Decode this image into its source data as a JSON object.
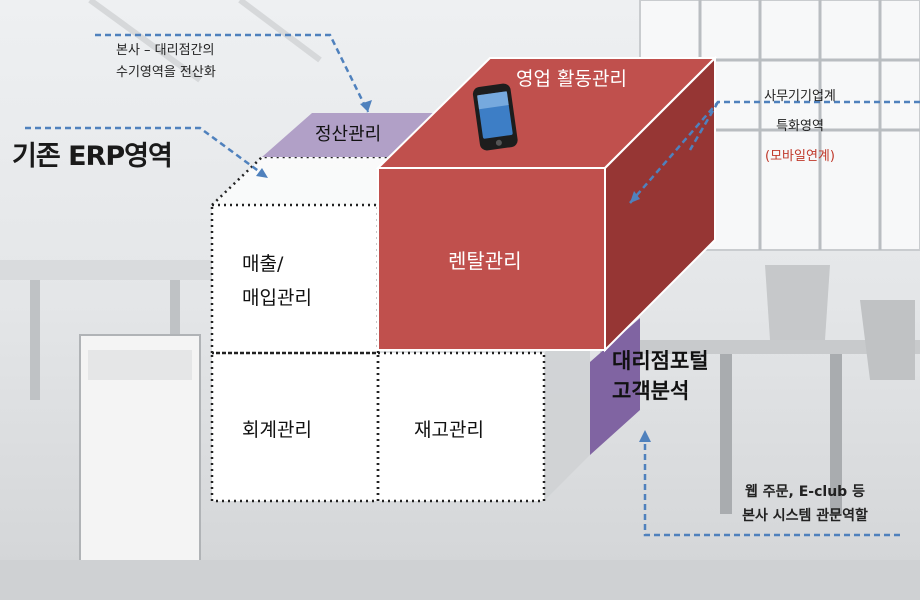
{
  "labels": {
    "existing_erp": "기존 ERP영역",
    "hq_note_line1": "본사 – 대리점간의",
    "hq_note_line2": "수기영역을 전산화",
    "settlement": "정산관리",
    "sales_activity": "영업 활동관리",
    "rental": "렌탈관리",
    "sales_purchase_line1": "매출/",
    "sales_purchase_line2": "매입관리",
    "accounting": "회계관리",
    "inventory": "재고관리",
    "office_line1": "사무기기업계",
    "office_line2": "특화영역",
    "office_line3": "(모바일연계)",
    "portal_line1": "대리점포털",
    "portal_line2": "고객분석",
    "web_line1": "웹 주문, E-club 등",
    "web_line2": "본사 시스템 관문역할"
  },
  "colors": {
    "cube_front": "#c0504d",
    "cube_top": "#c0504d",
    "cube_right": "#963634",
    "purple_band": "#b1a0c7",
    "arrow": "#4f81bd",
    "mobile_note": "#c0392b"
  },
  "icons": [
    "smartphone-icon"
  ]
}
